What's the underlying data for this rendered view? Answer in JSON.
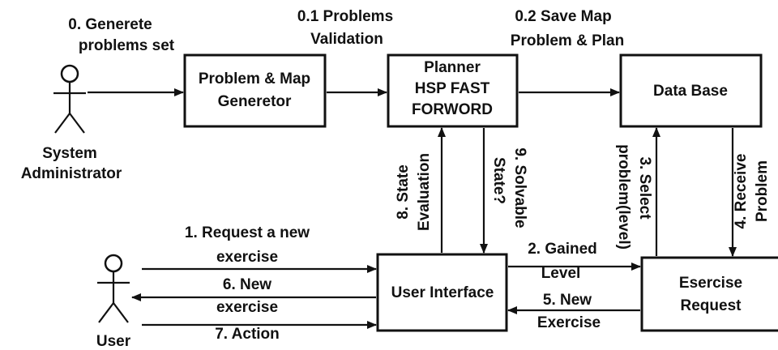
{
  "actors": {
    "admin": {
      "line1": "System",
      "line2": "Administrator"
    },
    "user": {
      "line1": "User"
    }
  },
  "boxes": {
    "generator": {
      "line1": "Problem & Map",
      "line2": "Generetor"
    },
    "planner": {
      "line1": "Planner",
      "line2": "HSP FAST",
      "line3": "FORWORD"
    },
    "database": {
      "line1": "Data Base"
    },
    "ui": {
      "line1": "User Interface"
    },
    "request": {
      "line1": "Esercise",
      "line2": "Request"
    }
  },
  "flows": {
    "f0": {
      "line1": "0. Generete",
      "line2": "problems set"
    },
    "f01": {
      "line1": "0.1 Problems",
      "line2": "Validation"
    },
    "f02": {
      "line1": "0.2 Save Map",
      "line2": "Problem & Plan"
    },
    "f1": {
      "line1": "1. Request a new",
      "line2": "exercise"
    },
    "f2": {
      "line1": "2. Gained",
      "line2": "Level"
    },
    "f3": {
      "line1": "3. Select",
      "line2": "problem(level)"
    },
    "f4": {
      "line1": "4. Receive",
      "line2": "Problem"
    },
    "f5": {
      "line1": "5. New",
      "line2": "Exercise"
    },
    "f6": {
      "line1": "6. New",
      "line2": "exercise"
    },
    "f7": {
      "line1": "7. Action"
    },
    "f8": {
      "line1": "8. State",
      "line2": "Evaluation"
    },
    "f9": {
      "line1": "9. Solvable",
      "line2": "State?"
    }
  }
}
